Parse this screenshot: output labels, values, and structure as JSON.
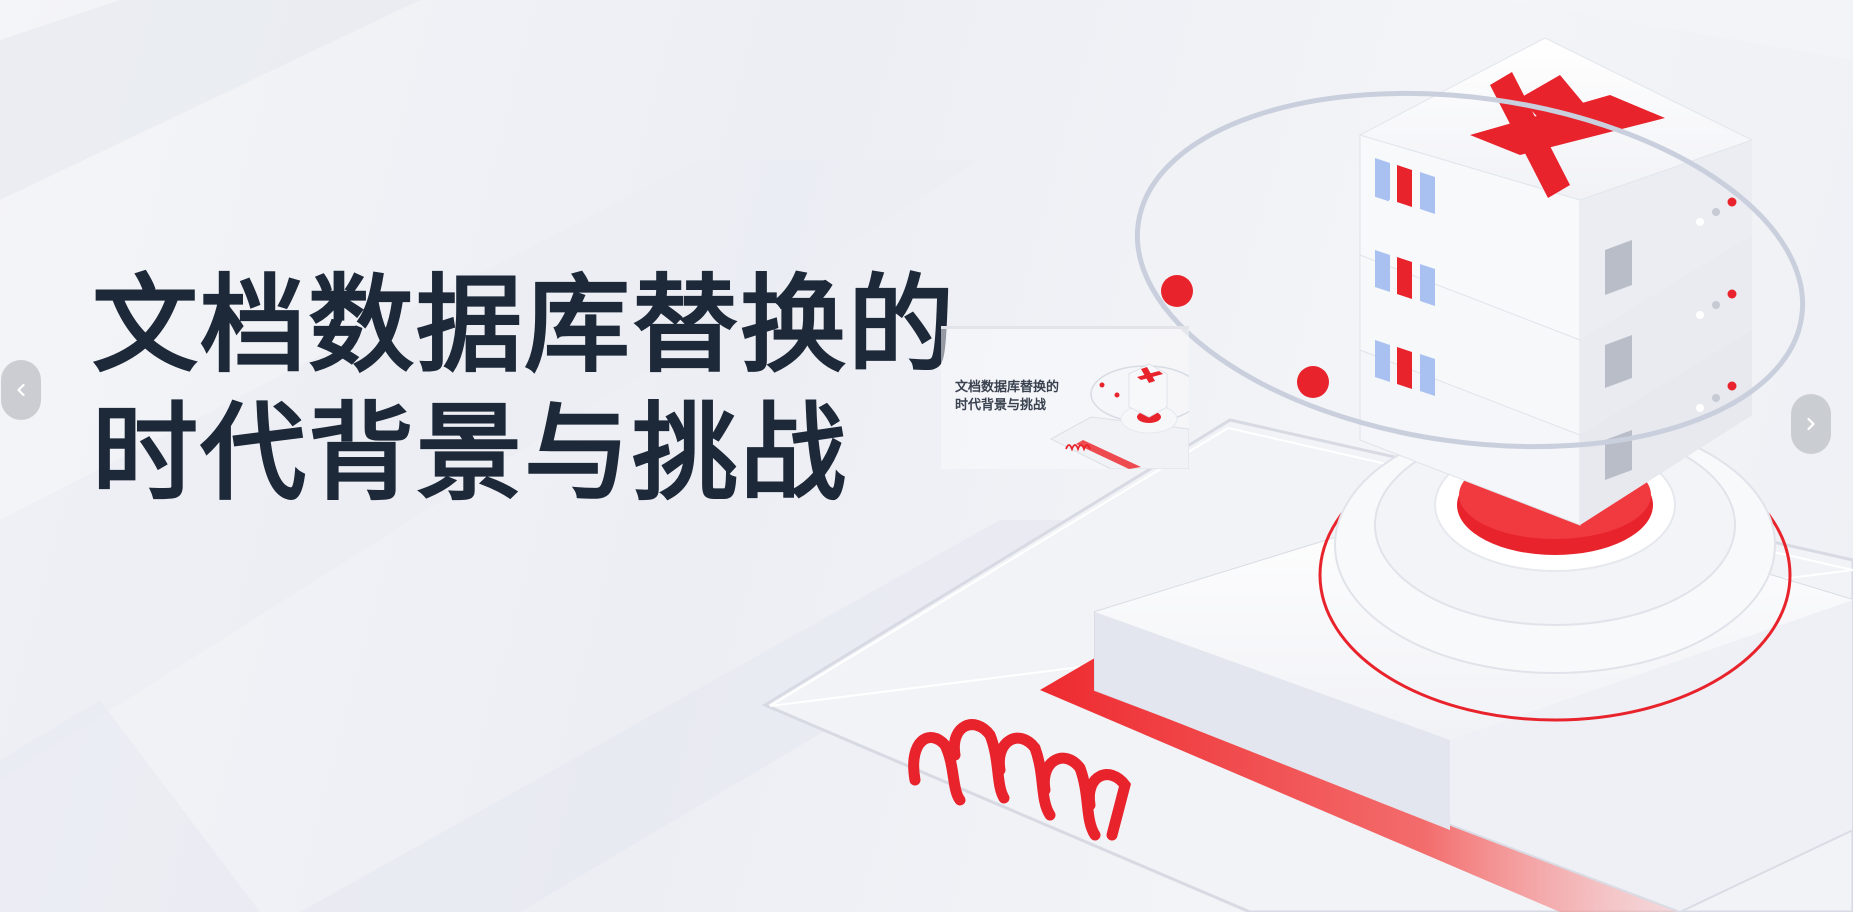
{
  "slide": {
    "title_line1": "文档数据库替换的",
    "title_line2": "时代背景与挑战"
  },
  "thumbnail": {
    "title_line1": "文档数据库替换的",
    "title_line2": "时代背景与挑战"
  },
  "nav": {
    "prev_icon": "chevron-left-icon",
    "next_icon": "chevron-right-icon"
  },
  "colors": {
    "accent_red": "#e8232c",
    "title_text": "#1d2838",
    "background": "#eef0f5"
  }
}
